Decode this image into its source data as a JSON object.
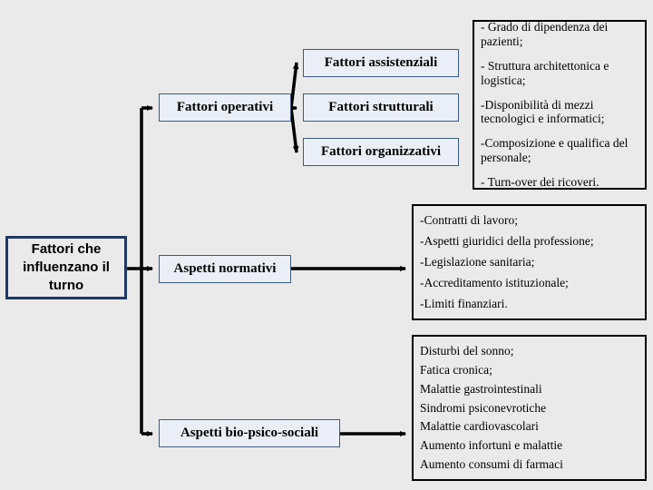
{
  "diagram": {
    "title": "Fattori che influenzano il turno",
    "background_color": "#eaeaea",
    "node_fill": "#eaeff7",
    "node_border": "#3c5a86",
    "root_border": "#1f3864",
    "panel_border": "#000000",
    "connector_color": "#000000"
  },
  "root": {
    "label": "Fattori che influenzano il turno",
    "line1": "Fattori che",
    "line2": "influenzano il",
    "line3": "turno"
  },
  "branches": [
    {
      "id": "operativi",
      "label": "Fattori operativi"
    },
    {
      "id": "normativi",
      "label": "Aspetti normativi"
    },
    {
      "id": "bio-psico-sociali",
      "label": "Aspetti bio-psico-sociali"
    }
  ],
  "sub_branches": [
    {
      "id": "assistenziali",
      "label": "Fattori assistenziali"
    },
    {
      "id": "strutturali",
      "label": "Fattori strutturali"
    },
    {
      "id": "organizzativi",
      "label": "Fattori organizzativi"
    }
  ],
  "panels": {
    "operativi_details": {
      "id": "operativi-details",
      "lines": [
        "- Grado di dipendenza dei pazienti;",
        "- Struttura architettonica e logistica;",
        "-Disponibilità di mezzi tecnologici e informatici;",
        "-Composizione e qualifica del personale;",
        "- Turn-over dei ricoveri."
      ]
    },
    "normativi_details": {
      "id": "normativi-details",
      "lines": [
        "-Contratti di lavoro;",
        "-Aspetti giuridici della professione;",
        "-Legislazione sanitaria;",
        "-Accreditamento istituzionale;",
        "-Limiti finanziari."
      ]
    },
    "bio_psico_sociali_details": {
      "id": "bio-psico-sociali-details",
      "lines": [
        "Disturbi del sonno;",
        "Fatica cronica;",
        "Malattie gastrointestinali",
        "Sindromi psiconevrotiche",
        "Malattie cardiovascolari",
        "Aumento infortuni e malattie",
        "Aumento consumi di farmaci"
      ]
    }
  }
}
